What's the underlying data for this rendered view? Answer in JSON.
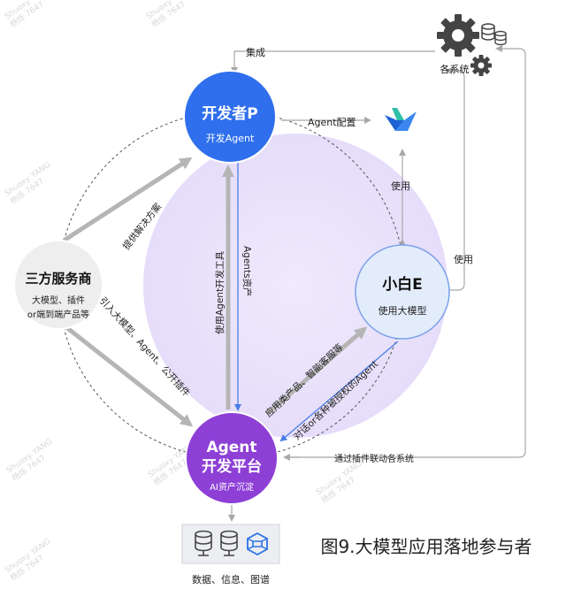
{
  "nodes": {
    "developer": {
      "title": "开发者P",
      "subtitle": "开发Agent",
      "color": "#2f6fed"
    },
    "xiaobai": {
      "title": "小白E",
      "subtitle": "使用大模型",
      "color": "#e3ecfb"
    },
    "platform": {
      "title_line1": "Agent",
      "title_line2": "开发平台",
      "subtitle": "AI资产沉淀",
      "color": "#8d3fd6"
    },
    "vendor": {
      "title": "三方服务商",
      "line1": "大模型、插件",
      "line2": "or端到端产品等",
      "color": "#eeeeee"
    },
    "systems": {
      "label": "各系统"
    },
    "data": {
      "label": "数据、信息、图谱"
    }
  },
  "edges": {
    "integrate": "集成",
    "agent_config": "Agent配置",
    "use_top": "使用",
    "use_right": "使用",
    "provide_solution": "提供解决方案",
    "introduce": "引入大模型、Agent、公开插件",
    "use_dev_tools": "使用Agent开发工具",
    "agents_output": "Agents资产",
    "apply_products": "应用类产品、智能客服等",
    "dialog": "对话or各种被授权的Agent",
    "plugin_link": "通过插件联动各系统"
  },
  "caption": "图9.大模型应用落地参与者",
  "watermark": {
    "line1": "Shuoxy YANG",
    "line2": "杨烁 7647"
  }
}
